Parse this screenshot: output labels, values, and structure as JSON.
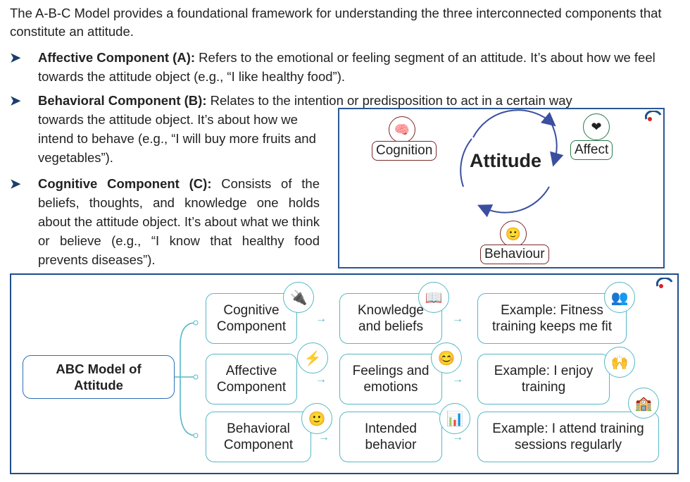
{
  "intro": "The A-B-C Model provides a foundational framework for understanding the three interconnected components that constitute an attitude.",
  "bullets": [
    {
      "title": "Affective Component (A):",
      "text": " Refers to the emotional or feeling segment of an attitude. It’s about how we feel towards the attitude object (e.g., “I like healthy food”)."
    },
    {
      "title": "Behavioral Component (B):",
      "text_line1": " Relates to the intention or predisposition to act in a certain way",
      "text_rest": "towards the attitude object. It’s about how we intend to behave (e.g., “I will buy more fruits and vegetables”)."
    },
    {
      "title": "Cognitive Component (C):",
      "text": " Consists of the beliefs, thoughts, and knowledge one holds about the attitude object. It’s about what we think or believe (e.g., “I know that healthy food prevents diseases”)."
    }
  ],
  "attitude_diagram": {
    "center": "Attitude",
    "cognition": "Cognition",
    "affect": "Affect",
    "behaviour": "Behaviour"
  },
  "abc_model": {
    "root": "ABC Model of Attitude",
    "rows": [
      {
        "component": "Cognitive Component",
        "meaning": "Knowledge and beliefs",
        "example": "Example: Fitness training keeps me fit"
      },
      {
        "component": "Affective Component",
        "meaning": "Feelings and emotions",
        "example": "Example: I enjoy training"
      },
      {
        "component": "Behavioral Component",
        "meaning": "Intended behavior",
        "example": "Example: I attend training sessions regularly"
      }
    ]
  },
  "colors": {
    "accent": "#56b8c4",
    "frame": "#1d4f8c",
    "arrow_blue": "#3b4fa0"
  }
}
